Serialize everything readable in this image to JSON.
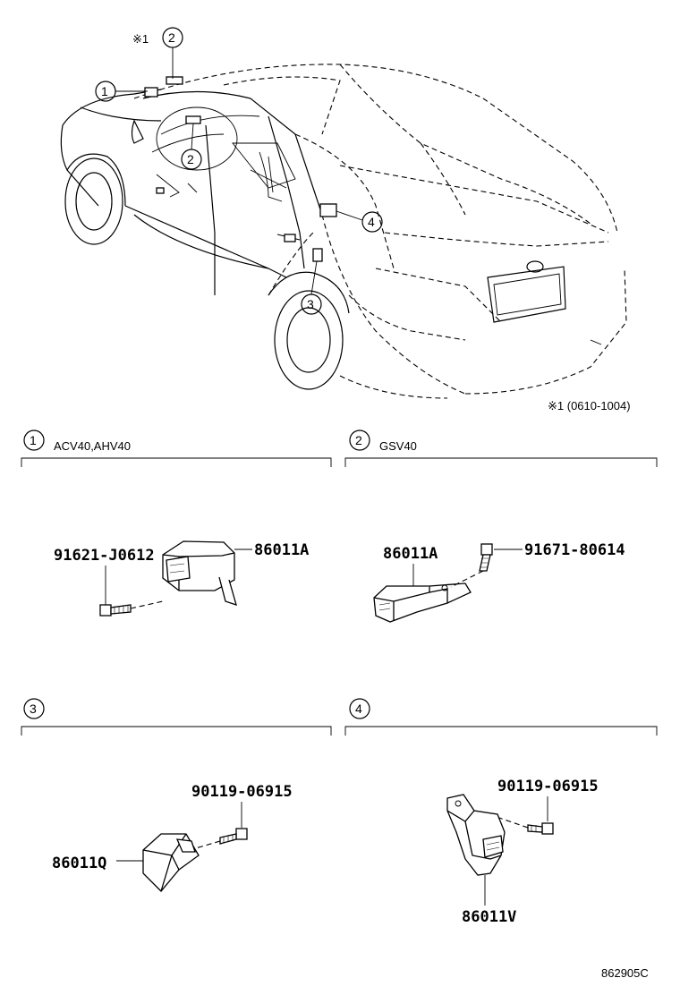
{
  "header": {
    "note_marker": "※1",
    "note_range": "※1 (0610-1004)"
  },
  "overview_callouts": [
    "1",
    "2",
    "2",
    "3",
    "4"
  ],
  "sections": [
    {
      "number": "1",
      "model": "ACV40,AHV40",
      "parts": [
        "86011A",
        "91621-J0612"
      ]
    },
    {
      "number": "2",
      "model": "GSV40",
      "parts": [
        "86011A",
        "91671-80614"
      ]
    },
    {
      "number": "3",
      "model": "",
      "parts": [
        "90119-06915",
        "86011Q"
      ]
    },
    {
      "number": "4",
      "model": "",
      "parts": [
        "90119-06915",
        "86011V"
      ]
    }
  ],
  "footer": {
    "diagram_code": "862905C"
  }
}
